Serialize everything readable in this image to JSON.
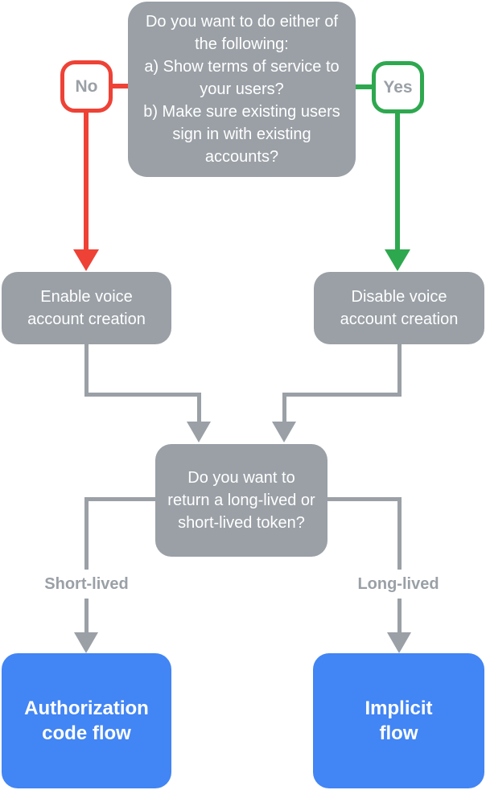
{
  "colors": {
    "node_gray": "#9AA0A6",
    "connector_gray": "#9AA0A6",
    "branch_no": "#EE4236",
    "branch_yes": "#2EA84F",
    "result_blue": "#4285F4",
    "label_text": "#9AA0A6",
    "node_text": "#FFFFFF"
  },
  "nodes": {
    "top_question": {
      "lines": [
        "Do you want to do either of the following:",
        "a) Show terms of service to your users?",
        "b) Make sure existing users sign in with existing accounts?"
      ]
    },
    "no_badge": "No",
    "yes_badge": "Yes",
    "enable_voice": "Enable voice account creation",
    "disable_voice": "Disable voice account creation",
    "token_question": "Do you want to return a long-lived or short-lived token?",
    "short_lived_tag": "Short-lived",
    "long_lived_tag": "Long-lived",
    "authorization_flow": {
      "lines": [
        "Authorization",
        "code flow"
      ]
    },
    "implicit_flow": {
      "lines": [
        "Implicit",
        "flow"
      ]
    }
  }
}
